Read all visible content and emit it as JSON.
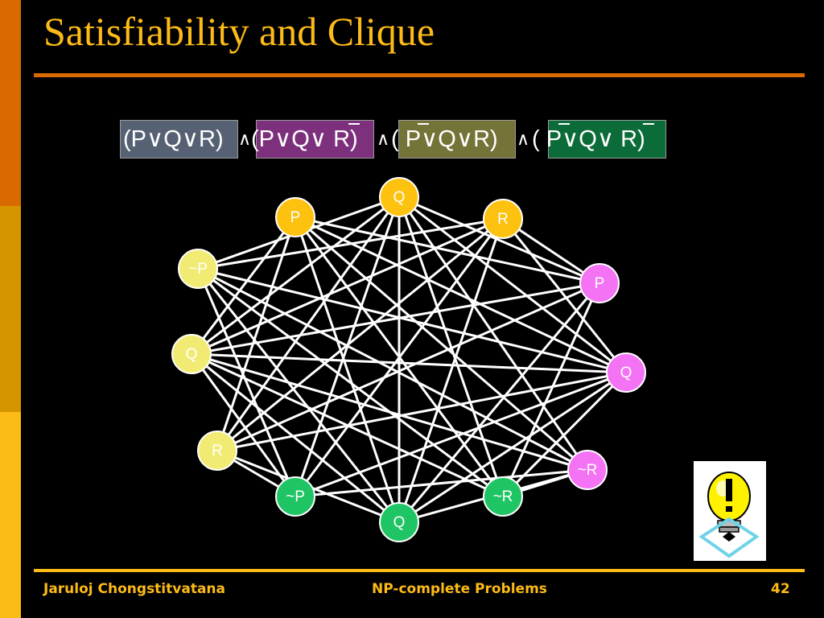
{
  "slide": {
    "title": "Satisfiability and Clique",
    "footer": {
      "author": "Jaruloj Chongstitvatana",
      "course": "NP-complete Problems",
      "page_number": "42"
    }
  },
  "formula": {
    "and_symbol": "∧",
    "clauses": [
      {
        "text": "(P∨Q∨R)",
        "box_color": "#566273"
      },
      {
        "text": "(P∨Q∨ R)",
        "box_color": "#7d317d"
      },
      {
        "text": "( P∨Q∨R)",
        "box_color": "#747338"
      },
      {
        "text": "( P∨Q∨ R)",
        "box_color": "#0c6c39"
      }
    ]
  },
  "graph": {
    "colors": {
      "clause1": "#f2eb73",
      "clause2": "#f472f4",
      "clause3": "#1fc564",
      "clause4": "#fdc20f"
    },
    "nodes": [
      {
        "label": "Q",
        "group": "clause4"
      },
      {
        "label": "R",
        "group": "clause4"
      },
      {
        "label": "P",
        "group": "clause2"
      },
      {
        "label": "Q",
        "group": "clause2"
      },
      {
        "label": "~R",
        "group": "clause2"
      },
      {
        "label": "~R",
        "group": "clause3"
      },
      {
        "label": "Q",
        "group": "clause3"
      },
      {
        "label": "~P",
        "group": "clause3"
      },
      {
        "label": "R",
        "group": "clause1"
      },
      {
        "label": "Q",
        "group": "clause1"
      },
      {
        "label": "~P",
        "group": "clause1"
      },
      {
        "label": "P",
        "group": "clause4"
      }
    ]
  }
}
